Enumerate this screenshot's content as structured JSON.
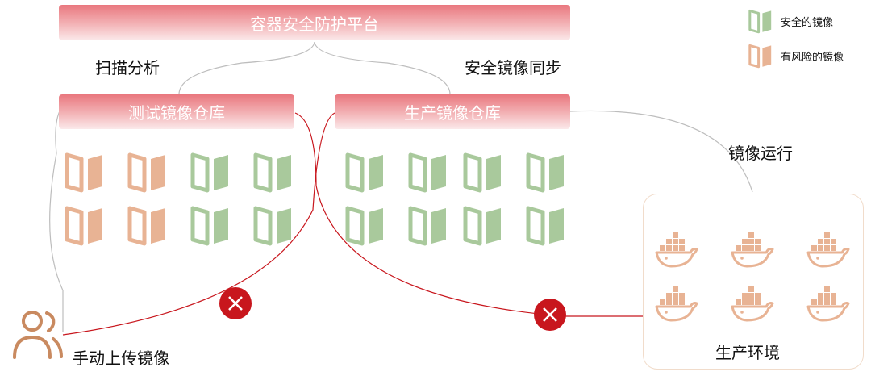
{
  "platform": {
    "title": "容器安全防护平台"
  },
  "labels": {
    "scan": "扫描分析",
    "sync": "安全镜像同步",
    "run": "镜像运行",
    "manual_upload": "手动上传镜像",
    "prod_env": "生产环境"
  },
  "repos": {
    "test": {
      "title": "测试镜像仓库"
    },
    "prod": {
      "title": "生产镜像仓库"
    }
  },
  "legend": {
    "safe": "安全的镜像",
    "risky": "有风险的镜像"
  },
  "colors": {
    "safe": "#a9c99c",
    "risky": "#e8b394",
    "bar": "#e9777e",
    "blocked": "#c8161d",
    "connector": "#bdbdbd"
  },
  "test_repo_images": [
    [
      "risky",
      "risky",
      "safe",
      "safe"
    ],
    [
      "risky",
      "risky",
      "safe",
      "safe"
    ]
  ],
  "prod_repo_images": [
    [
      "safe",
      "safe",
      "safe",
      "safe"
    ],
    [
      "safe",
      "safe",
      "safe",
      "safe"
    ]
  ],
  "prod_env_containers": 6,
  "icons": [
    "user-group-icon",
    "docker-whale-icon",
    "image-book-icon",
    "blocked-x-icon"
  ]
}
